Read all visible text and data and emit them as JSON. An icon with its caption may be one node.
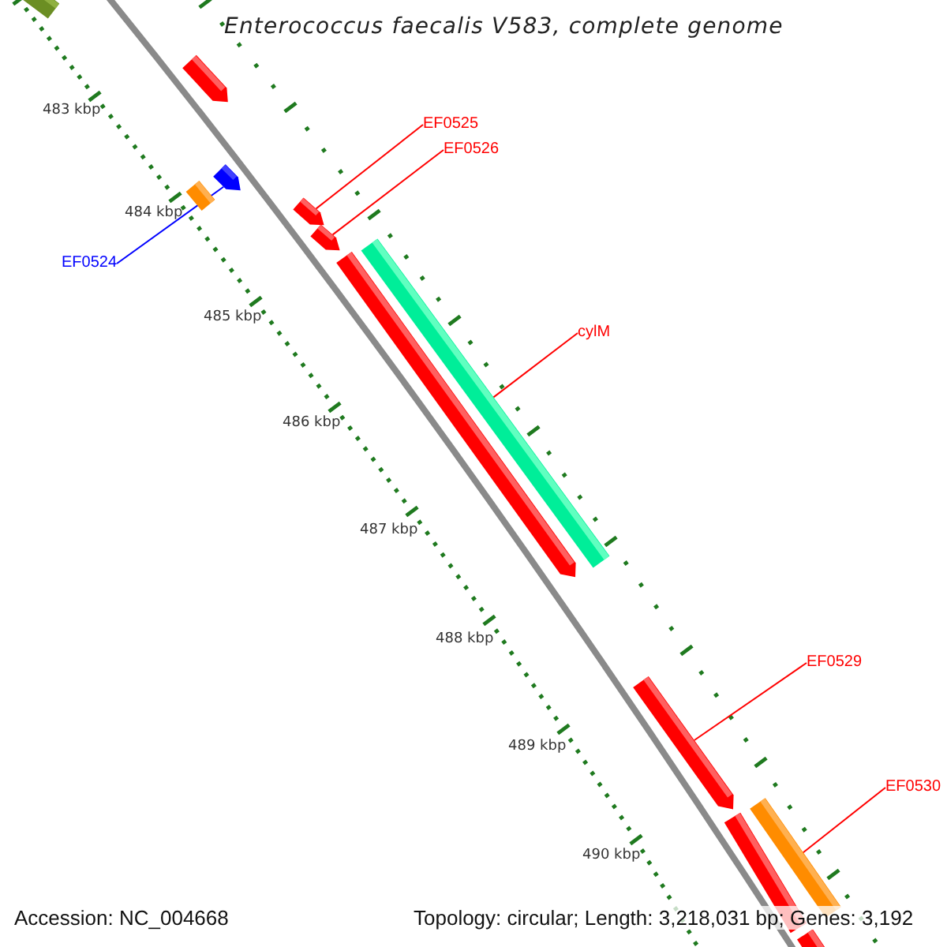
{
  "diagram": {
    "title": "Enterococcus faecalis V583, complete genome",
    "nodes": [
      {
        "text": [
          "EF0525"
        ]
      },
      {
        "text": [
          "EF0526"
        ]
      },
      {
        "text": [
          "EF0524"
        ]
      },
      {
        "text": [
          "cylM"
        ]
      },
      {
        "text": [
          "EF0529"
        ]
      },
      {
        "text": [
          "EF0530"
        ]
      },
      {
        "text": [],
        "shape": "arrow"
      },
      {
        "text": [],
        "shape": "arrow"
      },
      {
        "text": [],
        "shape": "arrow"
      },
      {
        "text": [],
        "shape": "bar"
      },
      {
        "text": [],
        "shape": "arrow"
      },
      {
        "text": [],
        "shape": "bar"
      },
      {
        "text": [],
        "shape": "bar"
      },
      {
        "text": [],
        "shape": "arrow"
      },
      {
        "text": [],
        "shape": "box"
      },
      {
        "text": [],
        "shape": "arrow"
      },
      {
        "text": [],
        "shape": "bar"
      },
      {
        "text": [],
        "shape": "bar"
      }
    ],
    "edges": [
      {
        "from": 0,
        "to": 6,
        "arrow": "none"
      },
      {
        "from": 1,
        "to": 7,
        "arrow": "none"
      },
      {
        "from": 2,
        "to": 8,
        "arrow": "none",
        "color": "#0000ff"
      },
      {
        "from": 3,
        "to": 9,
        "arrow": "none"
      },
      {
        "from": 4,
        "to": 10,
        "arrow": "none"
      },
      {
        "from": 5,
        "to": 11,
        "arrow": "none"
      }
    ],
    "labels": [
      "483 kbp",
      "484 kbp",
      "485 kbp",
      "486 kbp",
      "487 kbp",
      "488 kbp",
      "489 kbp",
      "490 kbp",
      "Accession: NC_004668",
      "Topology: circular; Length: 3,218,031 bp; Genes: 3,192"
    ]
  }
}
